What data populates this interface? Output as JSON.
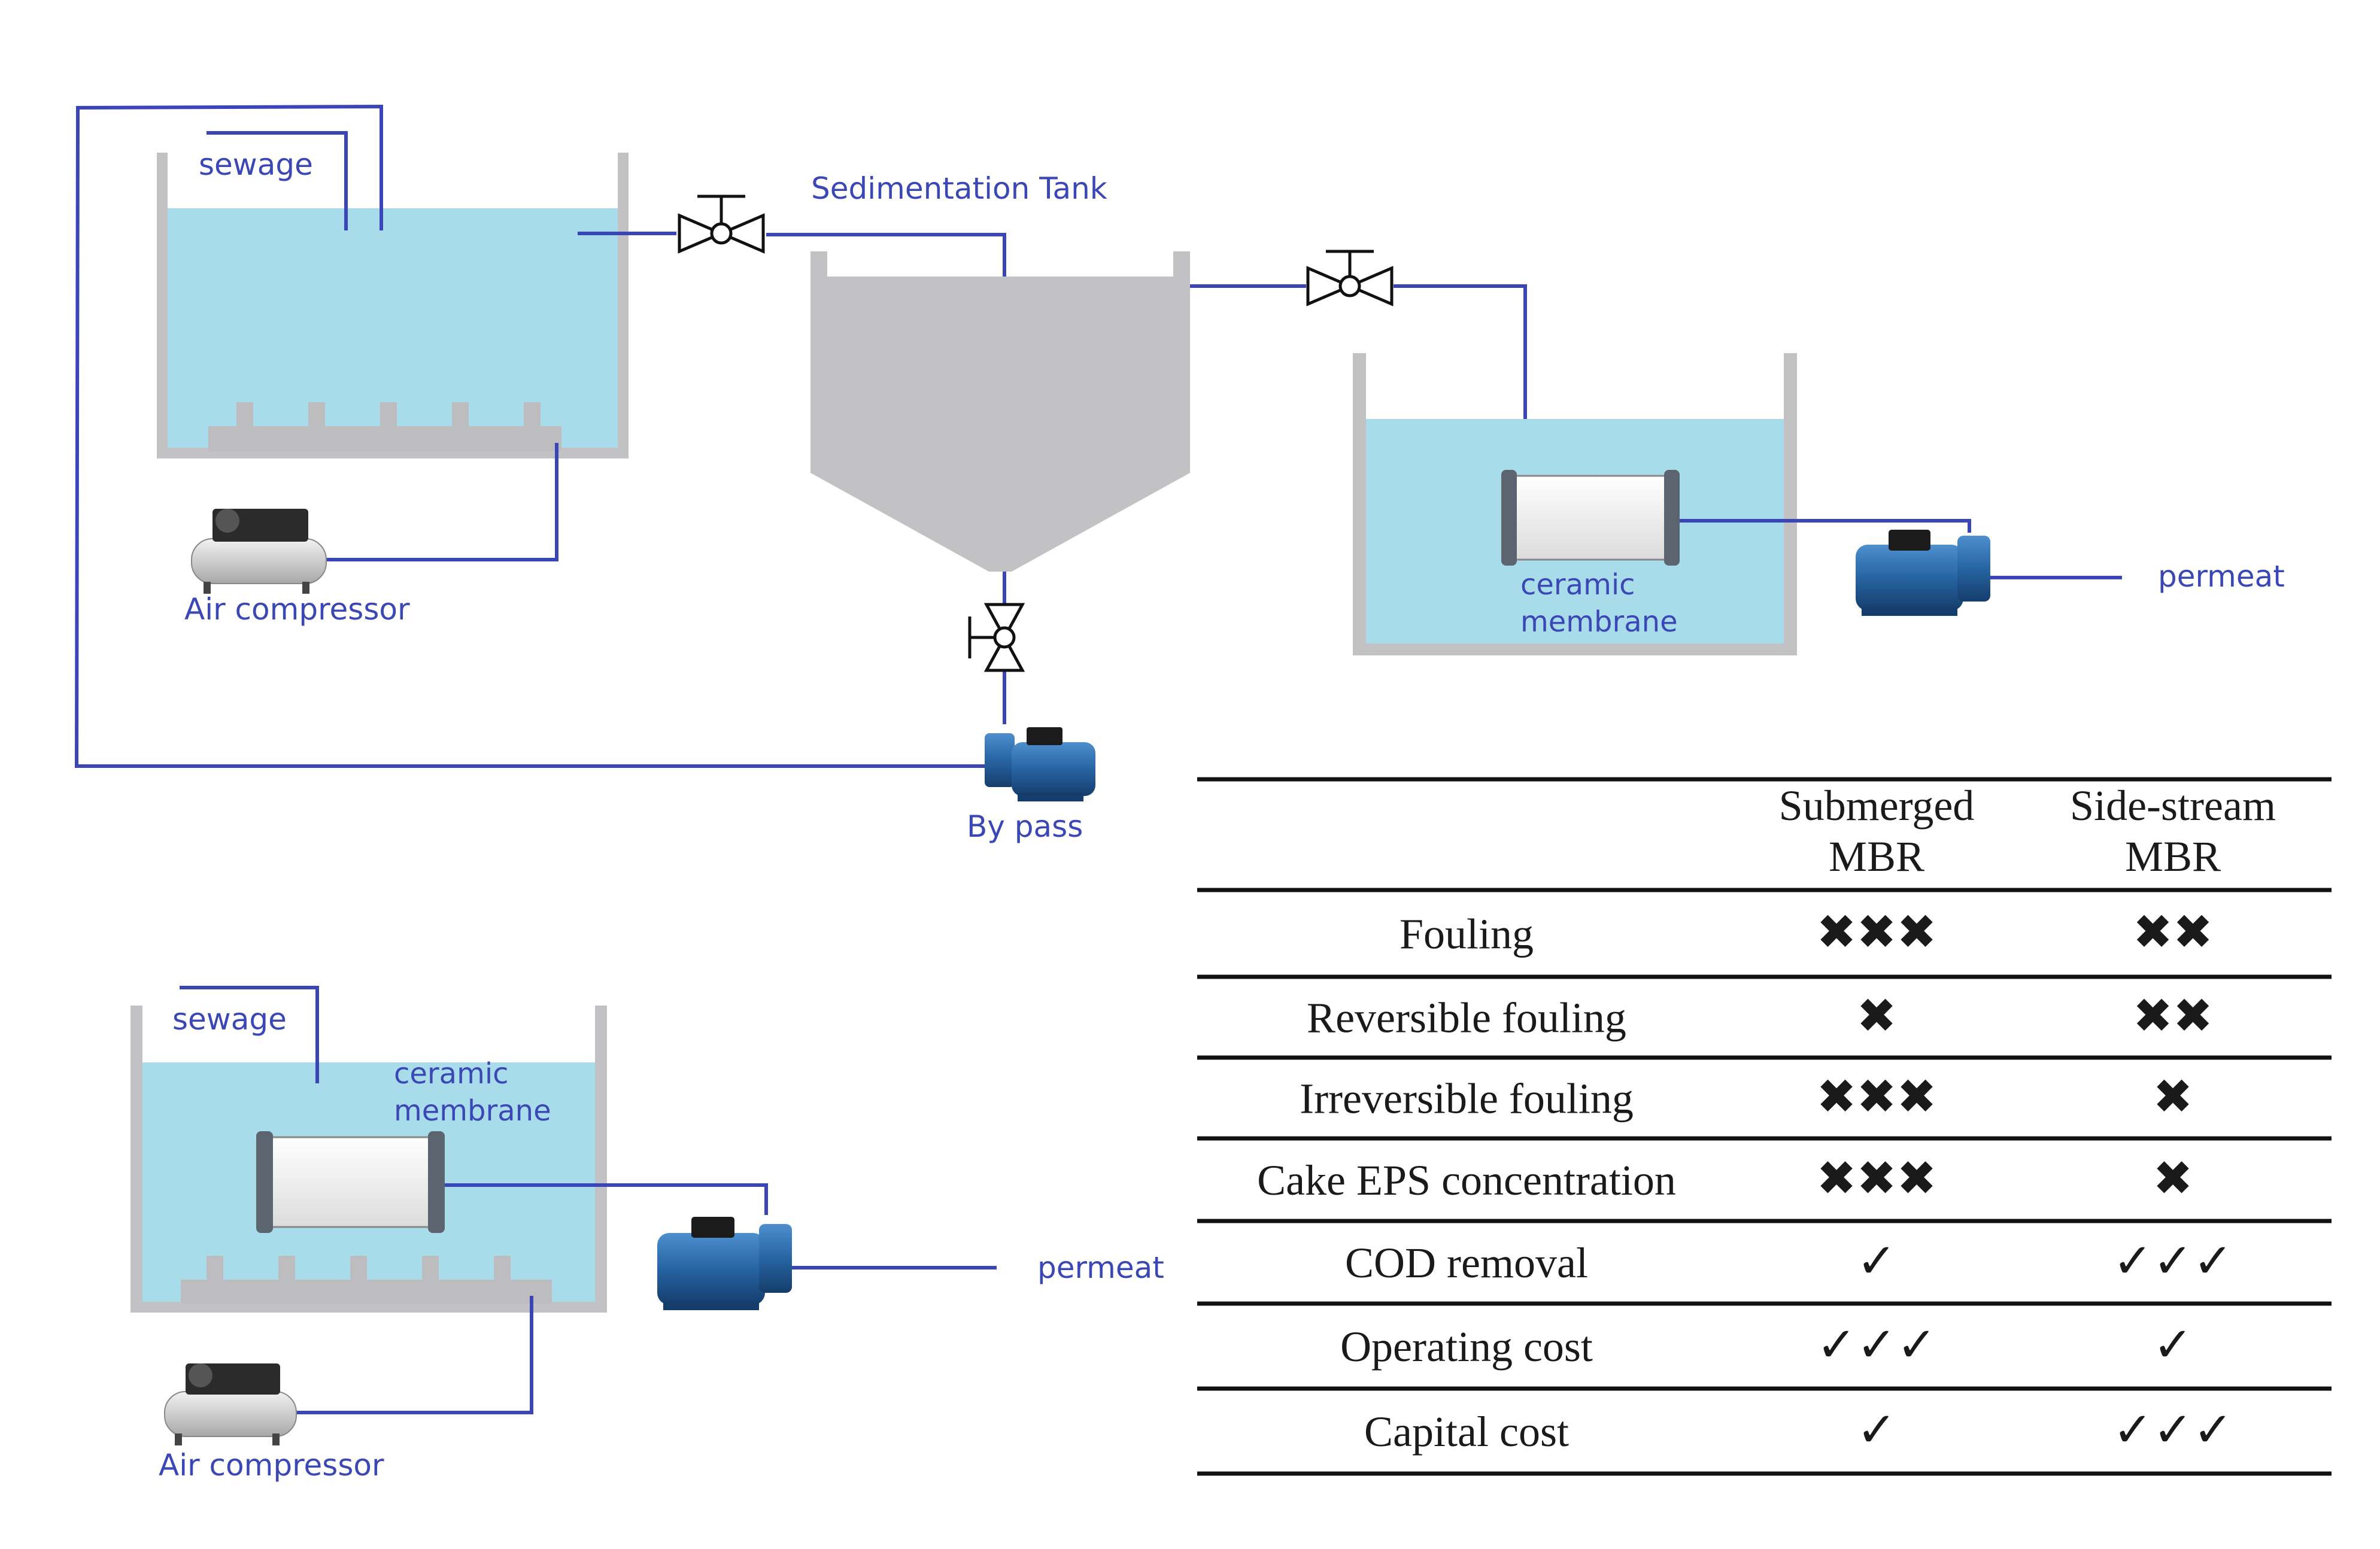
{
  "labels": {
    "sewage_top": "sewage",
    "sedimentation_tank": "Sedimentation Tank",
    "air_compressor_top": "Air compressor",
    "ceramic_membrane_top": "ceramic membrane",
    "permeat_top": "permeat",
    "by_pass": "By pass",
    "sewage_bottom": "sewage",
    "ceramic_membrane_bottom": "ceramic membrane",
    "permeat_bottom": "permeat",
    "air_compressor_bottom": "Air compressor"
  },
  "table": {
    "headers": [
      "",
      "Submerged MBR",
      "Side-stream MBR"
    ],
    "rows": [
      {
        "label": "Fouling",
        "submerged": "✖✖✖",
        "sidestream": "✖✖"
      },
      {
        "label": "Reversible fouling",
        "submerged": "✖",
        "sidestream": "✖✖"
      },
      {
        "label": "Irreversible fouling",
        "submerged": "✖✖✖",
        "sidestream": "✖"
      },
      {
        "label": "Cake EPS concentration",
        "submerged": "✖✖✖",
        "sidestream": "✖"
      },
      {
        "label": "COD removal",
        "submerged": "✓",
        "sidestream": "✓✓✓"
      },
      {
        "label": "Operating cost",
        "submerged": "✓✓✓",
        "sidestream": "✓"
      },
      {
        "label": "Capital cost",
        "submerged": "✓",
        "sidestream": "✓✓✓"
      }
    ]
  },
  "colors": {
    "water": "#a8dcea",
    "tank_wall": "#c2c2c4",
    "pipe": "#3a45b8",
    "pump": "#2e6da4",
    "text_blue": "#3b47b5"
  }
}
